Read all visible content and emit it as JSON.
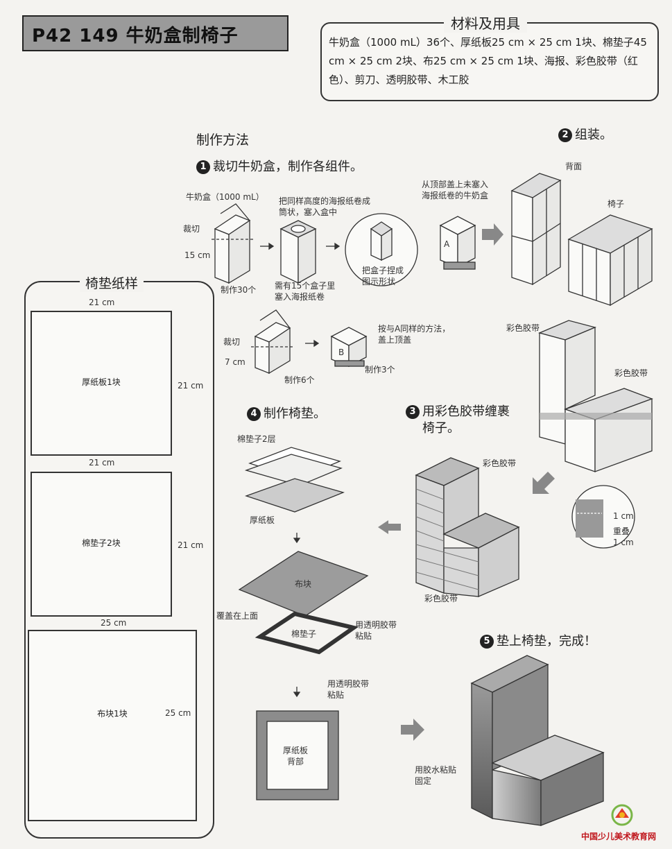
{
  "title": "P42  149  牛奶盒制椅子",
  "materials": {
    "heading": "材料及用具",
    "text": "牛奶盒（1000 mL）36个、厚纸板25 cm × 25 cm 1块、棉垫子45 cm × 25 cm 2块、布25 cm × 25 cm 1块、海报、彩色胶带（红色）、剪刀、透明胶带、木工胶"
  },
  "method_heading": "制作方法",
  "steps": {
    "s1": {
      "num": "1",
      "text": "裁切牛奶盒，制作各组件。"
    },
    "s2": {
      "num": "2",
      "text": "组装。"
    },
    "s3": {
      "num": "3",
      "text_line1": "用彩色胶带缠裹",
      "text_line2": "椅子。"
    },
    "s4": {
      "num": "4",
      "text": "制作椅垫。"
    },
    "s5": {
      "num": "5",
      "text": "垫上椅垫，完成！"
    }
  },
  "labels": {
    "milk_carton": "牛奶盒（1000 mL）",
    "cut1": "裁切",
    "h15": "15 cm",
    "make30": "制作30个",
    "poster_roll_1": "把同样高度的海报纸卷成",
    "poster_roll_2": "筒状，塞入盒中",
    "need15_1": "需有15个盒子里",
    "need15_2": "塞入海报纸卷",
    "pinch_1": "把盒子捏成",
    "pinch_2": "图示形状",
    "lid_1": "从顶部盖上未塞入",
    "lid_2": "海报纸卷的牛奶盒",
    "box_a": "A",
    "cut2": "裁切",
    "h7": "7 cm",
    "make6": "制作6个",
    "same_a_1": "按与A同样的方法，",
    "same_a_2": "盖上顶盖",
    "box_b": "B",
    "make3": "制作3个",
    "back": "背面",
    "chair": "椅子",
    "tape_color": "彩色胶带",
    "tape_color2": "彩色胶带",
    "tape_color3": "彩色胶带",
    "tape_color4": "彩色胶带",
    "one_cm": "1 cm",
    "overlap": "重叠",
    "overlap_cm": "1 cm",
    "cushion2": "棉垫子2层",
    "cardboard": "厚纸板",
    "cloth": "布块",
    "cover_top": "覆盖在上面",
    "cushion": "棉垫子",
    "tape_clear_1": "用透明胶带",
    "tape_clear_2": "粘贴",
    "tape_clear_3": "用透明胶带",
    "tape_clear_4": "粘贴",
    "board_back_1": "厚纸板",
    "board_back_2": "背部",
    "glue_1": "用胶水粘贴",
    "glue_2": "固定"
  },
  "pattern": {
    "heading": "椅垫纸样",
    "p1": {
      "w": "21 cm",
      "h": "21 cm",
      "label": "厚纸板1块"
    },
    "p2": {
      "w": "21 cm",
      "h": "21 cm",
      "label": "棉垫子2块"
    },
    "p3": {
      "w": "25 cm",
      "h": "25 cm",
      "label": "布块1块"
    }
  },
  "footer": {
    "site": "中国少儿美术教育网"
  }
}
